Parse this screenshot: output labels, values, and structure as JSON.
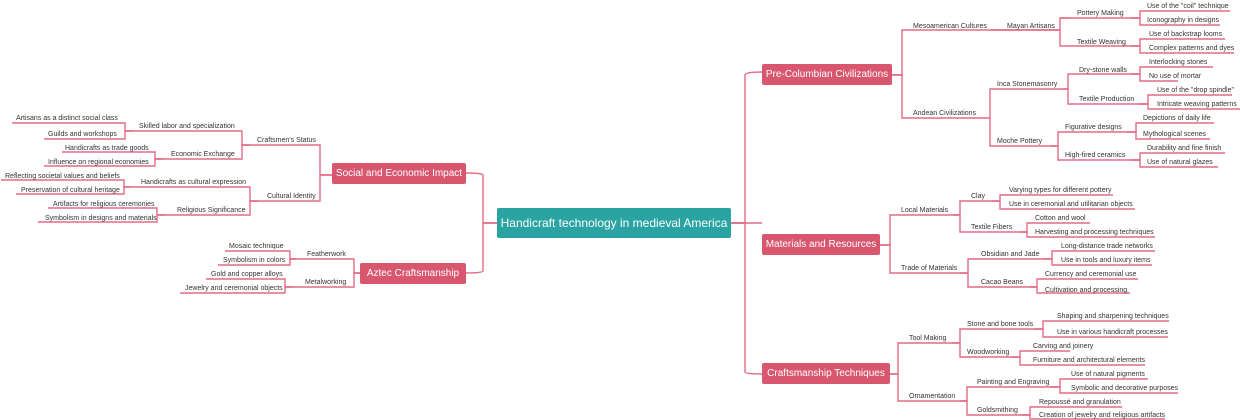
{
  "root": "Handicraft technology in medieval America",
  "colors": {
    "root": "#2aa3a3",
    "branch": "#d9576e",
    "line": "#e36b85"
  },
  "categories": {
    "precolumbian": "Pre-Columbian Civilizations",
    "materials": "Materials and Resources",
    "techniques": "Craftsmanship Techniques",
    "social": "Social and Economic Impact",
    "aztec": "Aztec Craftsmanship"
  },
  "nodes": {
    "meso": "Mesoamerican Cultures",
    "mayan": "Mayan Artisans",
    "pottery": "Pottery Making",
    "coil": "Use of the \"coil\" technique",
    "icon": "Iconography in designs",
    "textileWeaving": "Textile Weaving",
    "backstrap": "Use of backstrap looms",
    "complex": "Complex patterns and dyes",
    "andean": "Andean Civilizations",
    "incaStone": "Inca Stonemasonry",
    "dryStone": "Dry-stone walls",
    "interlocking": "Interlocking stones",
    "mortar": "No use of mortar",
    "textileProd": "Textile Production",
    "drop": "Use of the \"drop spindle\"",
    "intricate": "Intricate weaving patterns",
    "moche": "Moche Pottery",
    "figurative": "Figurative designs",
    "depictions": "Depictions of daily life",
    "mythological": "Mythological scenes",
    "highFired": "High-fired ceramics",
    "durability": "Durability and fine finish",
    "glazes": "Use of natural glazes",
    "local": "Local Materials",
    "clay": "Clay",
    "varying": "Varying types for different pottery",
    "ceremonial": "Use in ceremonial and utilitarian objects",
    "fibers": "Textile Fibers",
    "cotton": "Cotton and wool",
    "harvesting": "Harvesting and processing techniques",
    "trade": "Trade of Materials",
    "obsidian": "Obsidian and Jade",
    "longDist": "Long-distance trade networks",
    "tools": "Use in tools and luxury items",
    "cacao": "Cacao Beans",
    "currency": "Currency and ceremonial use",
    "cultivation": "Cultivation and processing",
    "toolMaking": "Tool Making",
    "stoneBone": "Stone and bone tools",
    "shaping": "Shaping and sharpening techniques",
    "variousUse": "Use in various handicraft processes",
    "woodworking": "Woodworking",
    "carving": "Carving and joinery",
    "furniture": "Furniture and architectural elements",
    "ornamentation": "Ornamentation",
    "painting": "Painting and Engraving",
    "pigments": "Use of natural pigments",
    "symbolic": "Symbolic and decorative purposes",
    "goldsmithing": "Goldsmithing",
    "repousse": "Repoussé and granulation",
    "jewelry": "Creation of jewelry and religious artifacts",
    "craftsmen": "Craftsmen's Status",
    "skilled": "Skilled labor and specialization",
    "artisansClass": "Artisans as a distinct social class",
    "guilds": "Guilds and workshops",
    "economic": "Economic Exchange",
    "tradeGoods": "Handicrafts as trade goods",
    "influence": "Influence on regional economies",
    "cultural": "Cultural Identity",
    "culturalExpr": "Handicrafts as cultural expression",
    "reflecting": "Reflecting societal values and beliefs",
    "preservation": "Preservation of cultural heritage",
    "religious": "Religious Significance",
    "artifacts": "Artifacts for religious ceremonies",
    "symbolism": "Symbolism in designs and materials",
    "featherwork": "Featherwork",
    "mosaic": "Mosaic technique",
    "symColors": "Symbolism in colors",
    "metalworking": "Metalworking",
    "gold": "Gold and copper alloys",
    "jewelryObj": "Jewelry and ceremonial objects"
  }
}
